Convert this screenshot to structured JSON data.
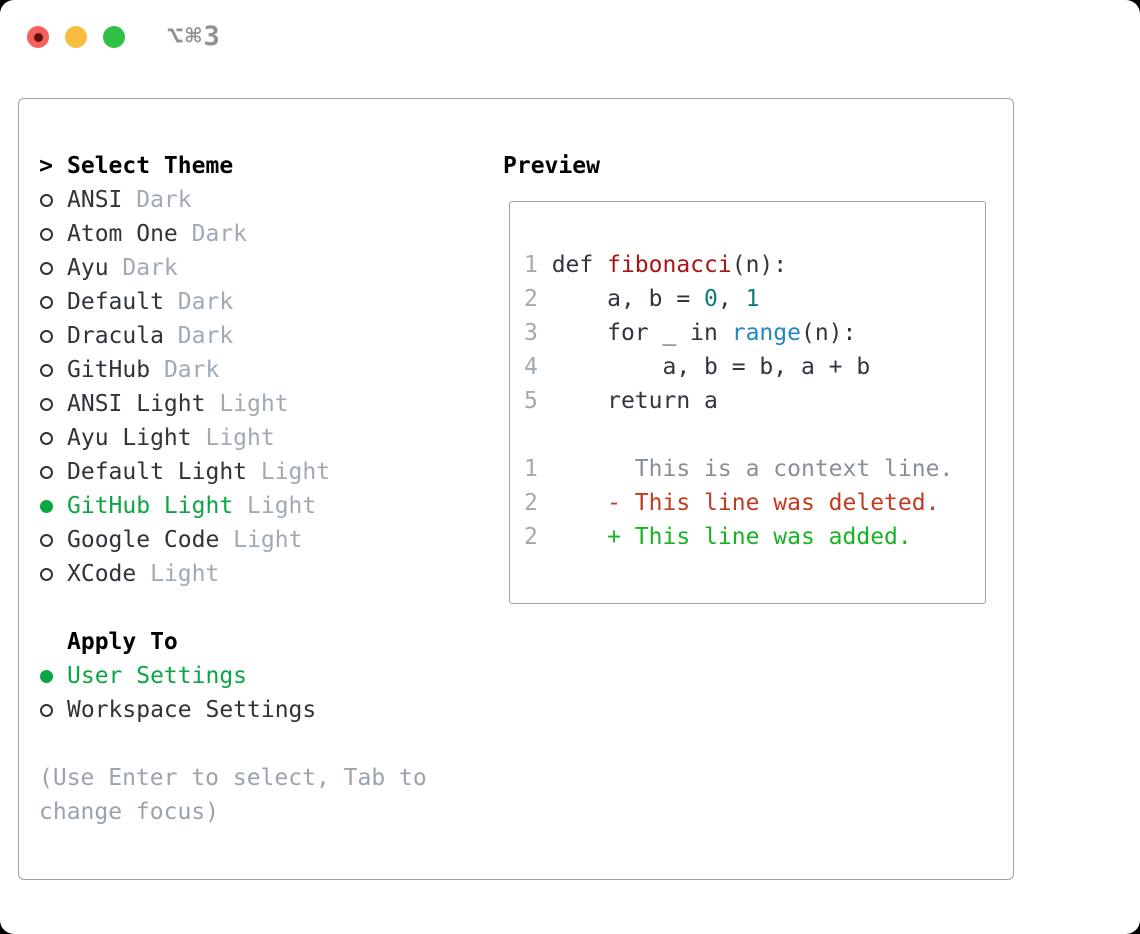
{
  "window": {
    "titlebar": {
      "shortcut_label": "⌥⌘3"
    }
  },
  "colors": {
    "page_bg": "#000000",
    "window_bg": "#ffffff",
    "panel_border": "#99a3ad",
    "traffic_red": "#f4605a",
    "traffic_red_dot": "#61100a",
    "traffic_yellow": "#f8bd3e",
    "traffic_green": "#31c146",
    "shortcut_gray": "#8d9296",
    "header_black": "#000000",
    "text_dark": "#2e343a",
    "muted_gray": "#a0aab5",
    "hint_gray": "#99a4b0",
    "selection_green": "#0ba644",
    "line_number": "#a0aab5",
    "code_dark": "#30363d",
    "func_red": "#a91414",
    "builtin_blue": "#1f87c5",
    "number_teal": "#0d8078",
    "diff_context": "#878f98",
    "diff_deleted": "#c23a21",
    "diff_added": "#17b322"
  },
  "icons": {
    "selection_cursor": ">",
    "radio_unselected": "outline-circle",
    "radio_selected": "filled-circle",
    "close": "red-circle-with-dot",
    "minimize": "yellow-circle",
    "zoom": "green-circle"
  },
  "theme_menu": {
    "header": "Select Theme",
    "items": [
      {
        "name": "ANSI",
        "variant": "Dark",
        "selected": false
      },
      {
        "name": "Atom One",
        "variant": "Dark",
        "selected": false
      },
      {
        "name": "Ayu",
        "variant": "Dark",
        "selected": false
      },
      {
        "name": "Default",
        "variant": "Dark",
        "selected": false
      },
      {
        "name": "Dracula",
        "variant": "Dark",
        "selected": false
      },
      {
        "name": "GitHub",
        "variant": "Dark",
        "selected": false
      },
      {
        "name": "ANSI Light",
        "variant": "Light",
        "selected": false
      },
      {
        "name": "Ayu Light",
        "variant": "Light",
        "selected": false
      },
      {
        "name": "Default Light",
        "variant": "Light",
        "selected": false
      },
      {
        "name": "GitHub Light",
        "variant": "Light",
        "selected": true
      },
      {
        "name": "Google Code",
        "variant": "Light",
        "selected": false
      },
      {
        "name": "XCode",
        "variant": "Light",
        "selected": false
      }
    ]
  },
  "apply_to": {
    "header": "Apply To",
    "items": [
      {
        "name": "User Settings",
        "selected": true
      },
      {
        "name": "Workspace Settings",
        "selected": false
      }
    ]
  },
  "hint_lines": [
    "(Use Enter to select, Tab to",
    "change focus)"
  ],
  "preview": {
    "title": "Preview",
    "lines": [
      [
        {
          "t": "1 ",
          "s": "ln"
        },
        {
          "t": "def ",
          "s": "code"
        },
        {
          "t": "fibonacci",
          "s": "fn"
        },
        {
          "t": "(n):",
          "s": "code"
        }
      ],
      [
        {
          "t": "2 ",
          "s": "ln"
        },
        {
          "t": "    a, b = ",
          "s": "code"
        },
        {
          "t": "0",
          "s": "nu"
        },
        {
          "t": ", ",
          "s": "code"
        },
        {
          "t": "1",
          "s": "nu"
        }
      ],
      [
        {
          "t": "3 ",
          "s": "ln"
        },
        {
          "t": "    for _ in ",
          "s": "code"
        },
        {
          "t": "range",
          "s": "bi"
        },
        {
          "t": "(n):",
          "s": "code"
        }
      ],
      [
        {
          "t": "4 ",
          "s": "ln"
        },
        {
          "t": "        a, b = b, a + b",
          "s": "code"
        }
      ],
      [
        {
          "t": "5 ",
          "s": "ln"
        },
        {
          "t": "    return a",
          "s": "code"
        }
      ],
      [],
      [
        {
          "t": "1 ",
          "s": "ln"
        },
        {
          "t": "      This is a context line.",
          "s": "ctx"
        }
      ],
      [
        {
          "t": "2 ",
          "s": "ln"
        },
        {
          "t": "    - This line was deleted.",
          "s": "del"
        }
      ],
      [
        {
          "t": "2 ",
          "s": "ln"
        },
        {
          "t": "    + This line was added.",
          "s": "add"
        }
      ]
    ]
  }
}
